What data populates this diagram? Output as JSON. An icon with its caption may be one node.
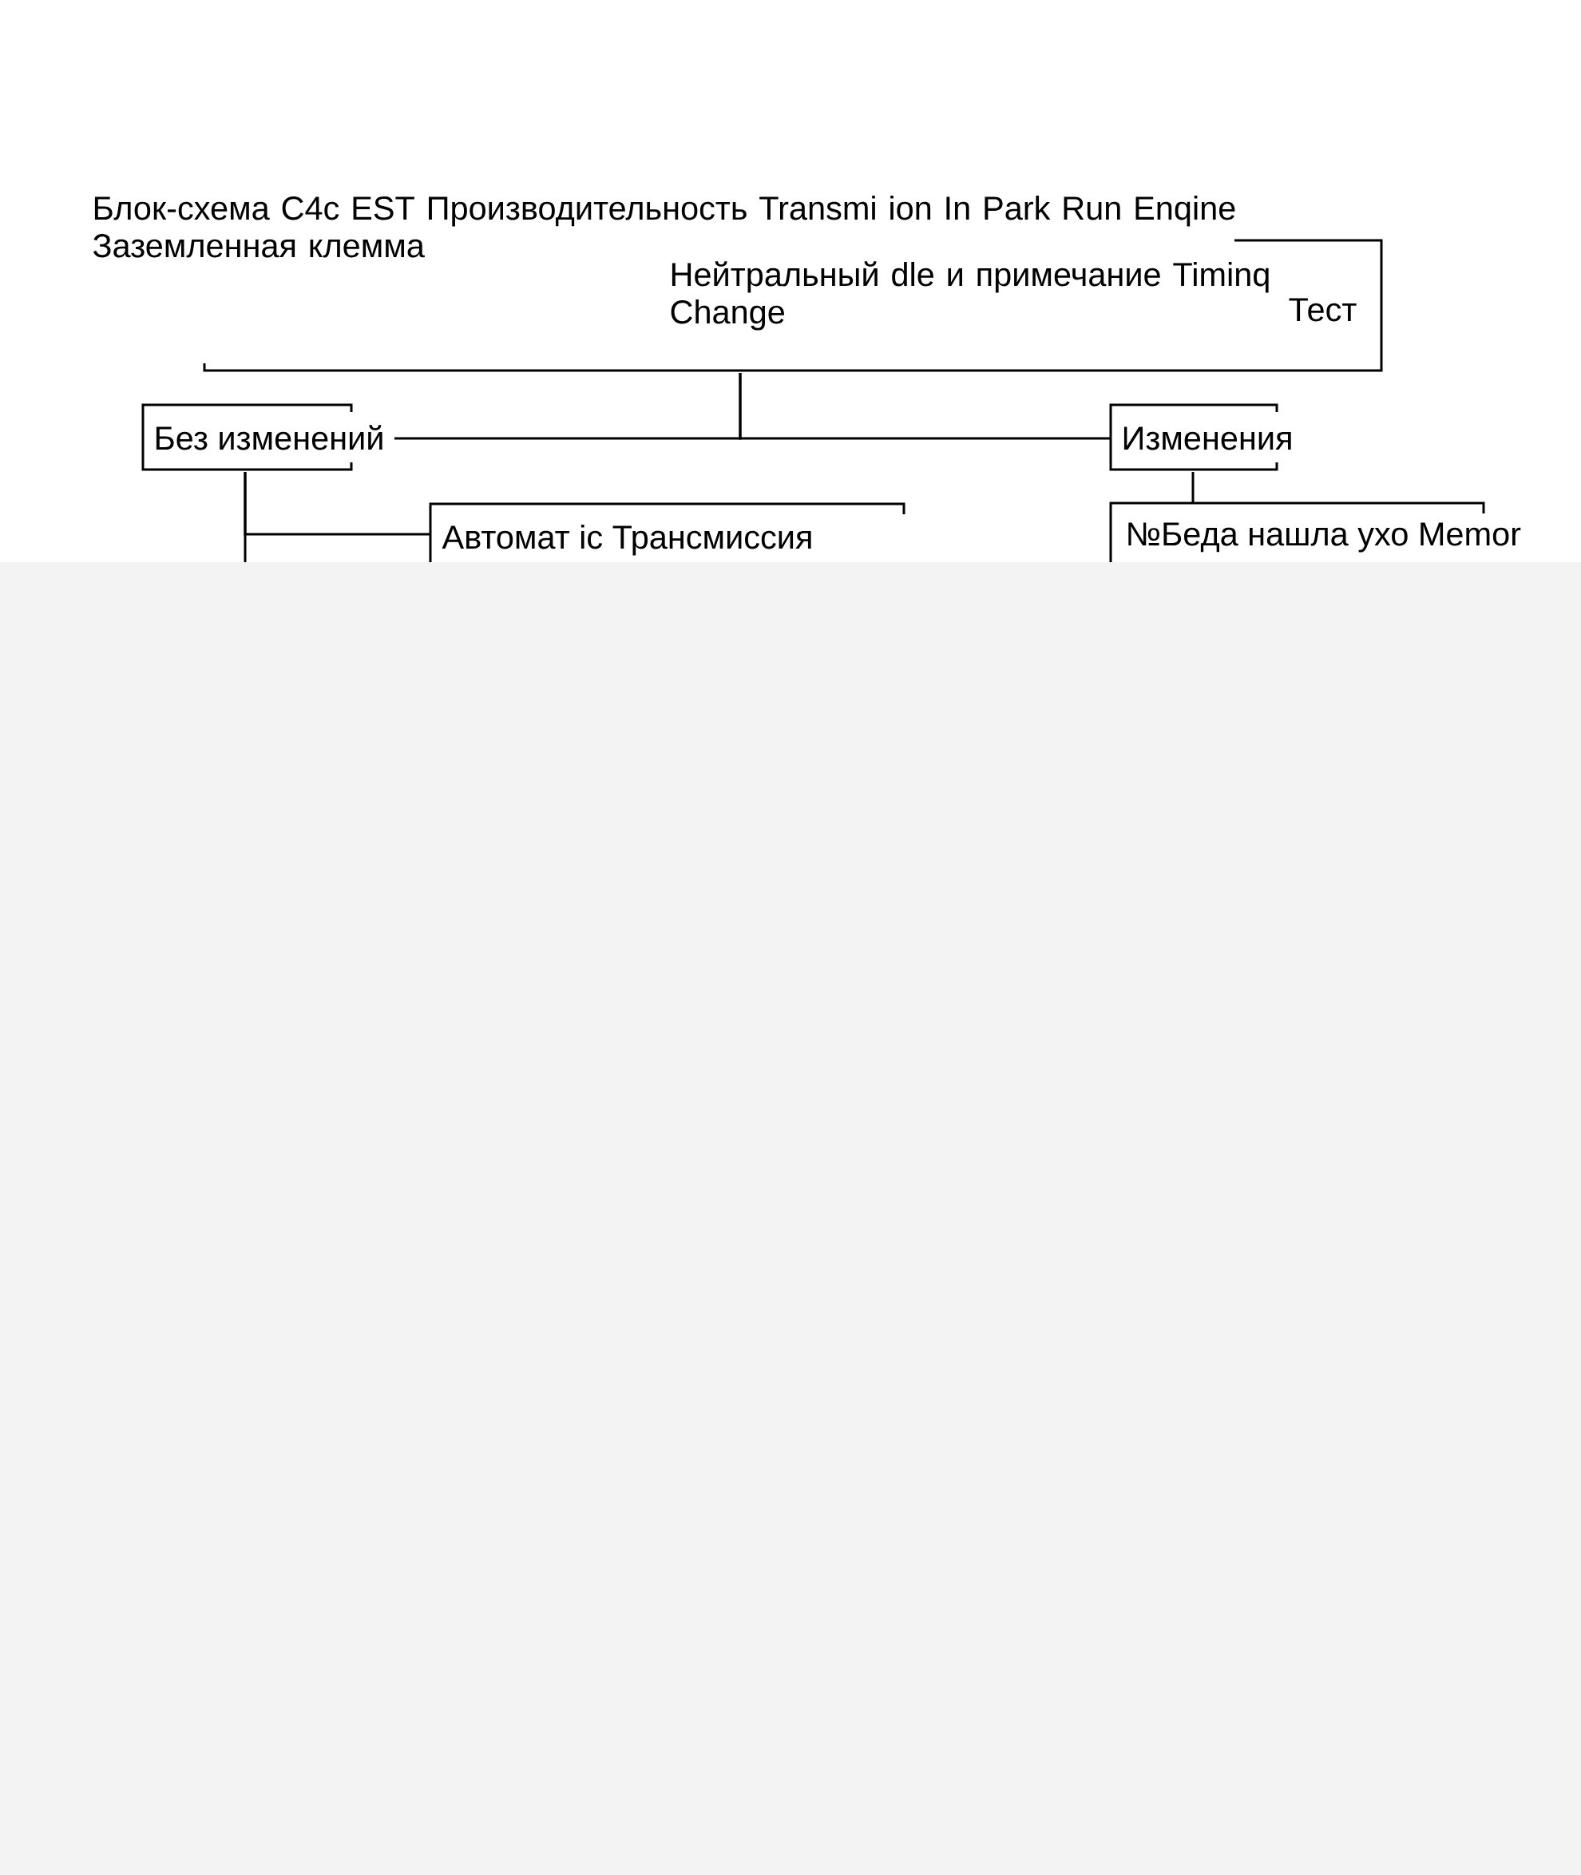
{
  "diagram": {
    "title": "Блок-схема C4c EST Производительность Transmi ion In Park Run Enqine Заземленная клемма",
    "nodes": [
      {
        "text": [
          "Нейтральный dle и примечание Timinq Change",
          "Тест"
        ]
      },
      {
        "text": [
          "Без изменений"
        ]
      },
      {
        "text": [
          "Изменения"
        ]
      },
      {
        "text": [
          "Автомат ic Трансмиссия"
        ]
      },
      {
        "text": [
          "№Беда нашла ухо Memor"
        ]
      }
    ],
    "edges": [
      {
        "from": 0,
        "to": 1,
        "arrow": "none"
      },
      {
        "from": 0,
        "to": 2,
        "arrow": "none"
      },
      {
        "from": 1,
        "to": 3,
        "arrow": "none"
      },
      {
        "from": 1,
        "to": null,
        "arrow": "none"
      },
      {
        "from": 2,
        "to": 4,
        "arrow": "none"
      }
    ]
  }
}
